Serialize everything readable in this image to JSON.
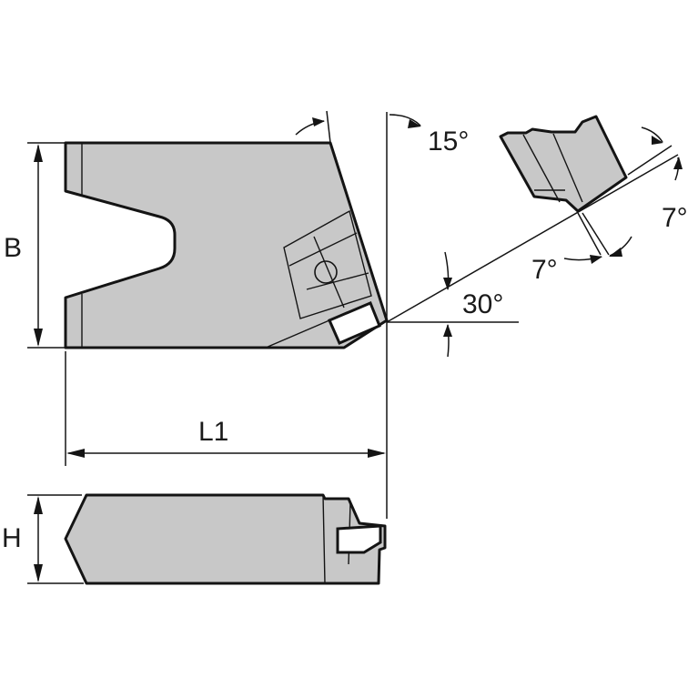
{
  "labels": {
    "height_b": "B",
    "length_l1": "L1",
    "height_h": "H",
    "angle_side": "15°",
    "angle_approach": "30°",
    "angle_clearance_top": "7°",
    "angle_clearance_bottom": "7°"
  },
  "colors": {
    "body_fill": "#c8c8c8",
    "outline": "#141414",
    "insert_fill": "#ffffff"
  }
}
